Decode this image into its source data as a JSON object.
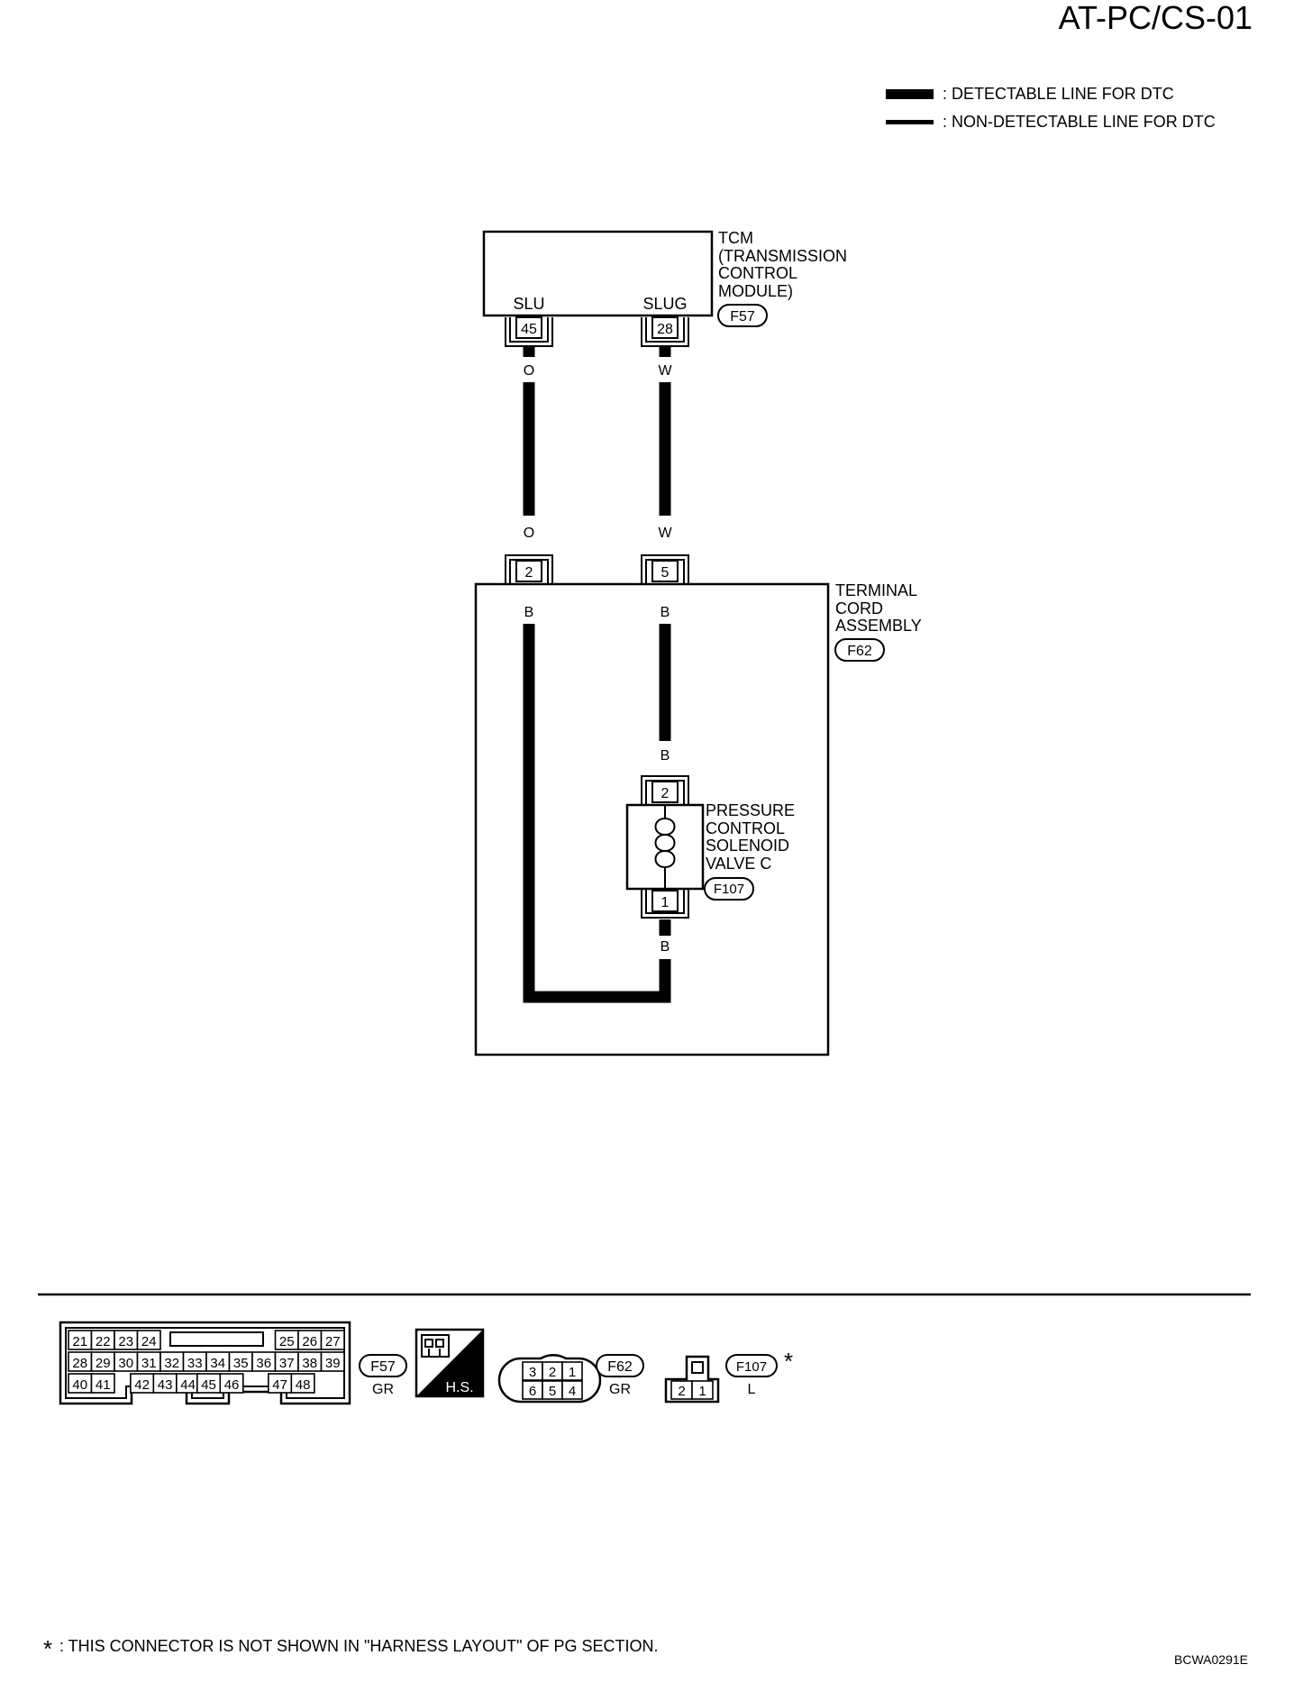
{
  "page_code": "AT-PC/CS-01",
  "legend": {
    "detectable": ": DETECTABLE LINE FOR DTC",
    "non_detectable": ": NON-DETECTABLE LINE FOR DTC"
  },
  "tcm": {
    "label_lines": [
      "TCM",
      "(TRANSMISSION",
      "CONTROL",
      "MODULE)"
    ],
    "connector": "F57",
    "terminals": [
      {
        "name": "SLU",
        "pin": "45",
        "wire_color": "O"
      },
      {
        "name": "SLUG",
        "pin": "28",
        "wire_color": "W"
      }
    ]
  },
  "terminal_cord": {
    "label_lines": [
      "TERMINAL",
      "CORD",
      "ASSEMBLY"
    ],
    "connector": "F62",
    "pins": [
      {
        "pin": "2",
        "wire_in": "O",
        "wire_out": "B"
      },
      {
        "pin": "5",
        "wire_in": "W",
        "wire_out": "B"
      }
    ]
  },
  "solenoid": {
    "label_lines": [
      "PRESSURE",
      "CONTROL",
      "SOLENOID",
      "VALVE C"
    ],
    "connector": "F107",
    "top_pin": "2",
    "bottom_pin": "1",
    "wire_top": "B",
    "wire_bottom": "B"
  },
  "connector_views": {
    "f57": {
      "id": "F57",
      "color": "GR",
      "row1_left": [
        "21",
        "22",
        "23",
        "24"
      ],
      "row1_right": [
        "25",
        "26",
        "27"
      ],
      "row2": [
        "28",
        "29",
        "30",
        "31",
        "32",
        "33",
        "34",
        "35",
        "36",
        "37",
        "38",
        "39"
      ],
      "row3a": [
        "40",
        "41"
      ],
      "row3b": [
        "42",
        "43",
        "44"
      ],
      "row3c": [
        "45",
        "46"
      ],
      "row3d": [
        "47",
        "48"
      ]
    },
    "hs_badge": "H.S.",
    "f62": {
      "id": "F62",
      "color": "GR",
      "top": [
        "3",
        "2",
        "1"
      ],
      "bottom": [
        "6",
        "5",
        "4"
      ]
    },
    "f107": {
      "id": "F107",
      "color": "L",
      "asterisk": "*",
      "pins": [
        "2",
        "1"
      ]
    }
  },
  "footnote": {
    "mark": "*",
    "text": ": THIS CONNECTOR IS NOT SHOWN IN \"HARNESS LAYOUT\" OF PG SECTION."
  },
  "figure_code": "BCWA0291E"
}
